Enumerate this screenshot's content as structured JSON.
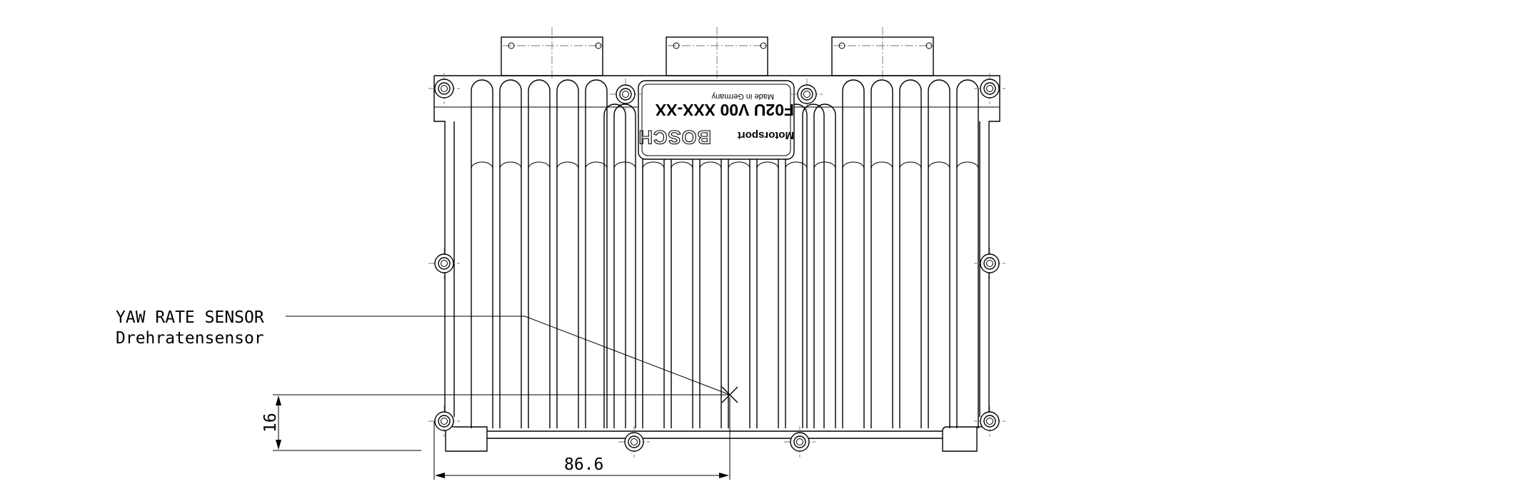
{
  "labels": {
    "sensor_en": "YAW RATE SENSOR",
    "sensor_de": "Drehratensensor"
  },
  "dimensions": {
    "vertical_offset": "16",
    "horizontal_offset": "86.6"
  },
  "nameplate": {
    "brand": "BOSCH",
    "division": "Motorsport",
    "part_number": "F02U V00 XXX-XX",
    "origin": "Made in Germany"
  }
}
